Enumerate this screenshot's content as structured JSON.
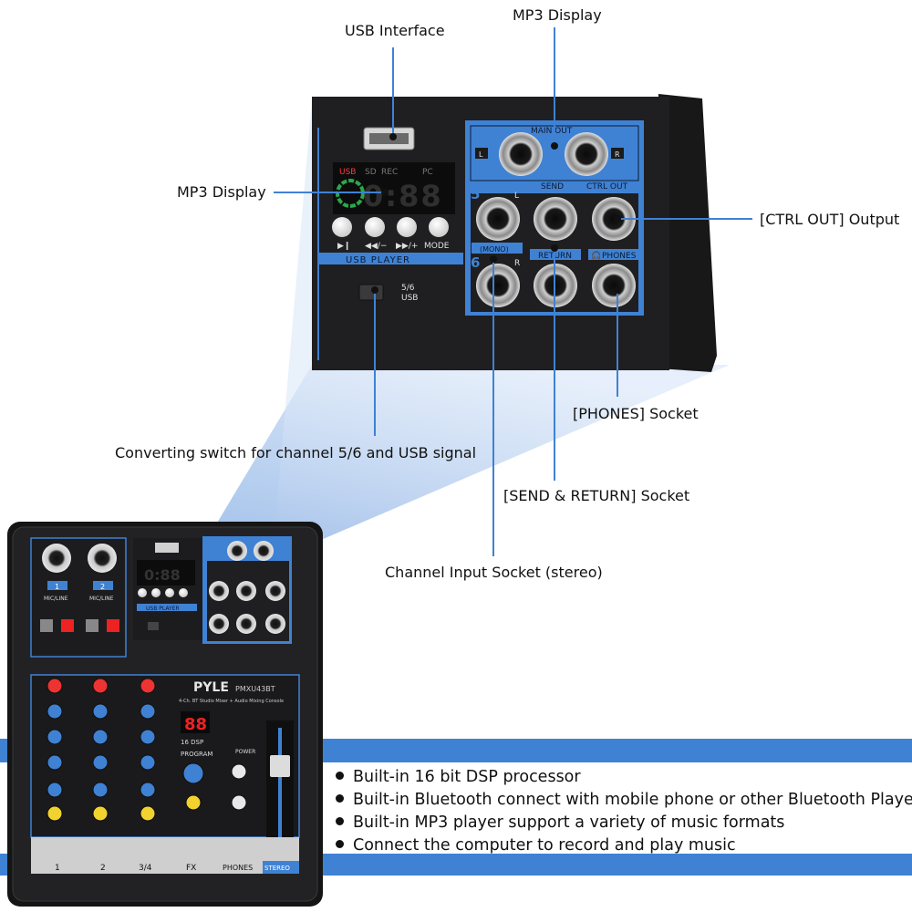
{
  "callouts": {
    "usb_interface": "USB Interface",
    "mp3_display_top": "MP3 Display",
    "mp3_display_left": "MP3 Display",
    "ctrl_out": "[CTRL OUT] Output",
    "phones": "[PHONES] Socket",
    "converting_switch": "Converting switch for channel 5/6 and USB signal",
    "send_return": "[SEND & RETURN] Socket",
    "channel_input": "Channel Input Socket (stereo)"
  },
  "panel": {
    "main_out": "MAIN OUT",
    "send": "SEND",
    "ctrl_out": "CTRL OUT",
    "return": "RETURN",
    "phones": "PHONES",
    "mono": "(MONO)",
    "usb_player": "USB PLAYER",
    "mode": "MODE",
    "ch5": "5",
    "ch6": "6",
    "left": "L",
    "right": "R",
    "switch_56": "5/6",
    "switch_usb": "USB",
    "display_digits": "0:88",
    "display_usb": "USB",
    "display_sd": "SD",
    "display_rec": "REC",
    "display_pc": "PC"
  },
  "device": {
    "brand": "PYLE",
    "model": "PMXU43BT",
    "tagline": "4-Ch. BT Studio Mixer + Audio Mixing Console",
    "dsp_digits": "88",
    "dsp": "16 DSP",
    "program": "PROGRAM",
    "ch1": "1",
    "ch2": "2",
    "ch34": "3/4",
    "fx": "FX",
    "phones": "PHONES",
    "stereo": "STEREO",
    "mic_line": "MIC/LINE",
    "power": "POWER"
  },
  "features": [
    "Built-in 16 bit DSP processor",
    "Built-in Bluetooth connect with mobile phone or other Bluetooth Player",
    "Built-in MP3 player support a variety of music formats",
    "Connect the computer to record and play music"
  ]
}
